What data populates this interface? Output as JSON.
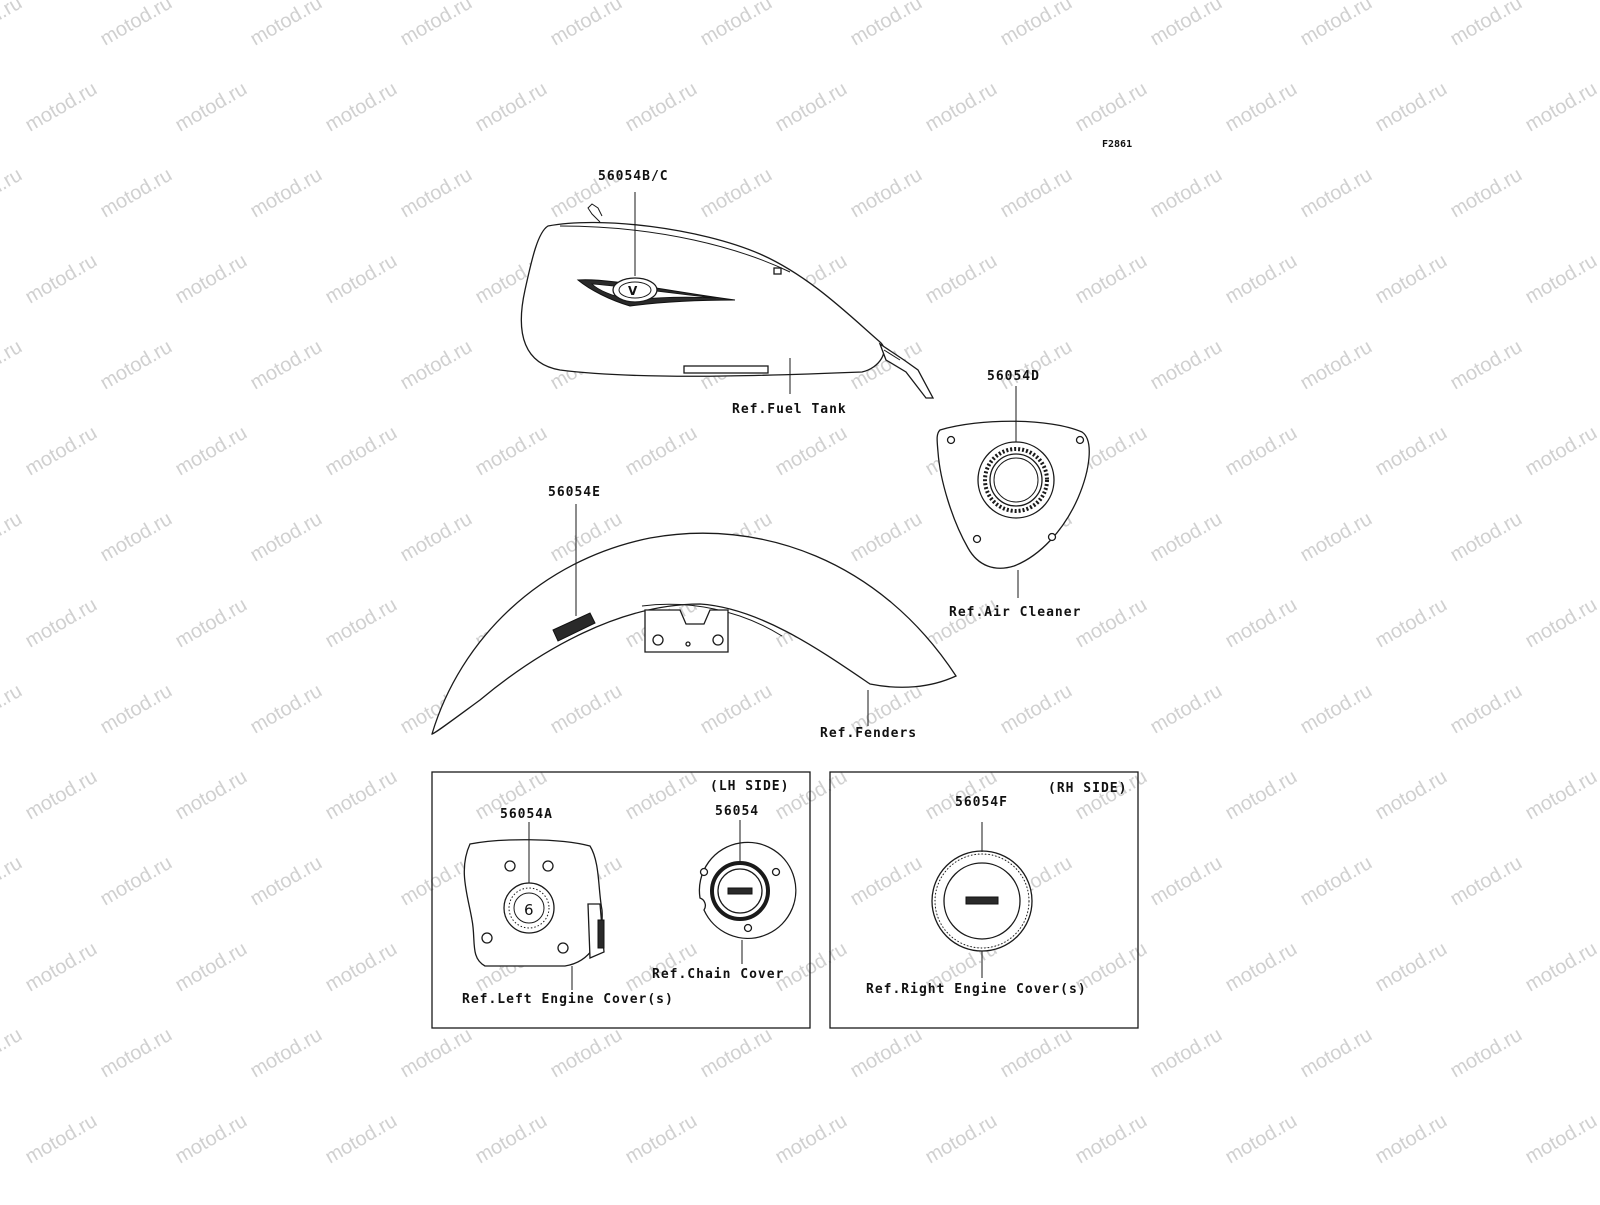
{
  "watermark": "motod.ru",
  "figure_code": "F2861",
  "labels": {
    "tank_part": "56054B/C",
    "tank_ref": "Ref.Fuel Tank",
    "air_part": "56054D",
    "air_ref": "Ref.Air Cleaner",
    "fender_part": "56054E",
    "fender_ref": "Ref.Fenders",
    "lh_side": "(LH SIDE)",
    "rh_side": "(RH SIDE)",
    "left_cover_part": "56054A",
    "left_cover_ref": "Ref.Left Engine Cover(s)",
    "chain_part": "56054",
    "chain_ref": "Ref.Chain Cover",
    "right_cover_part": "56054F",
    "right_cover_ref": "Ref.Right Engine Cover(s)",
    "gauge_digit": "6"
  }
}
